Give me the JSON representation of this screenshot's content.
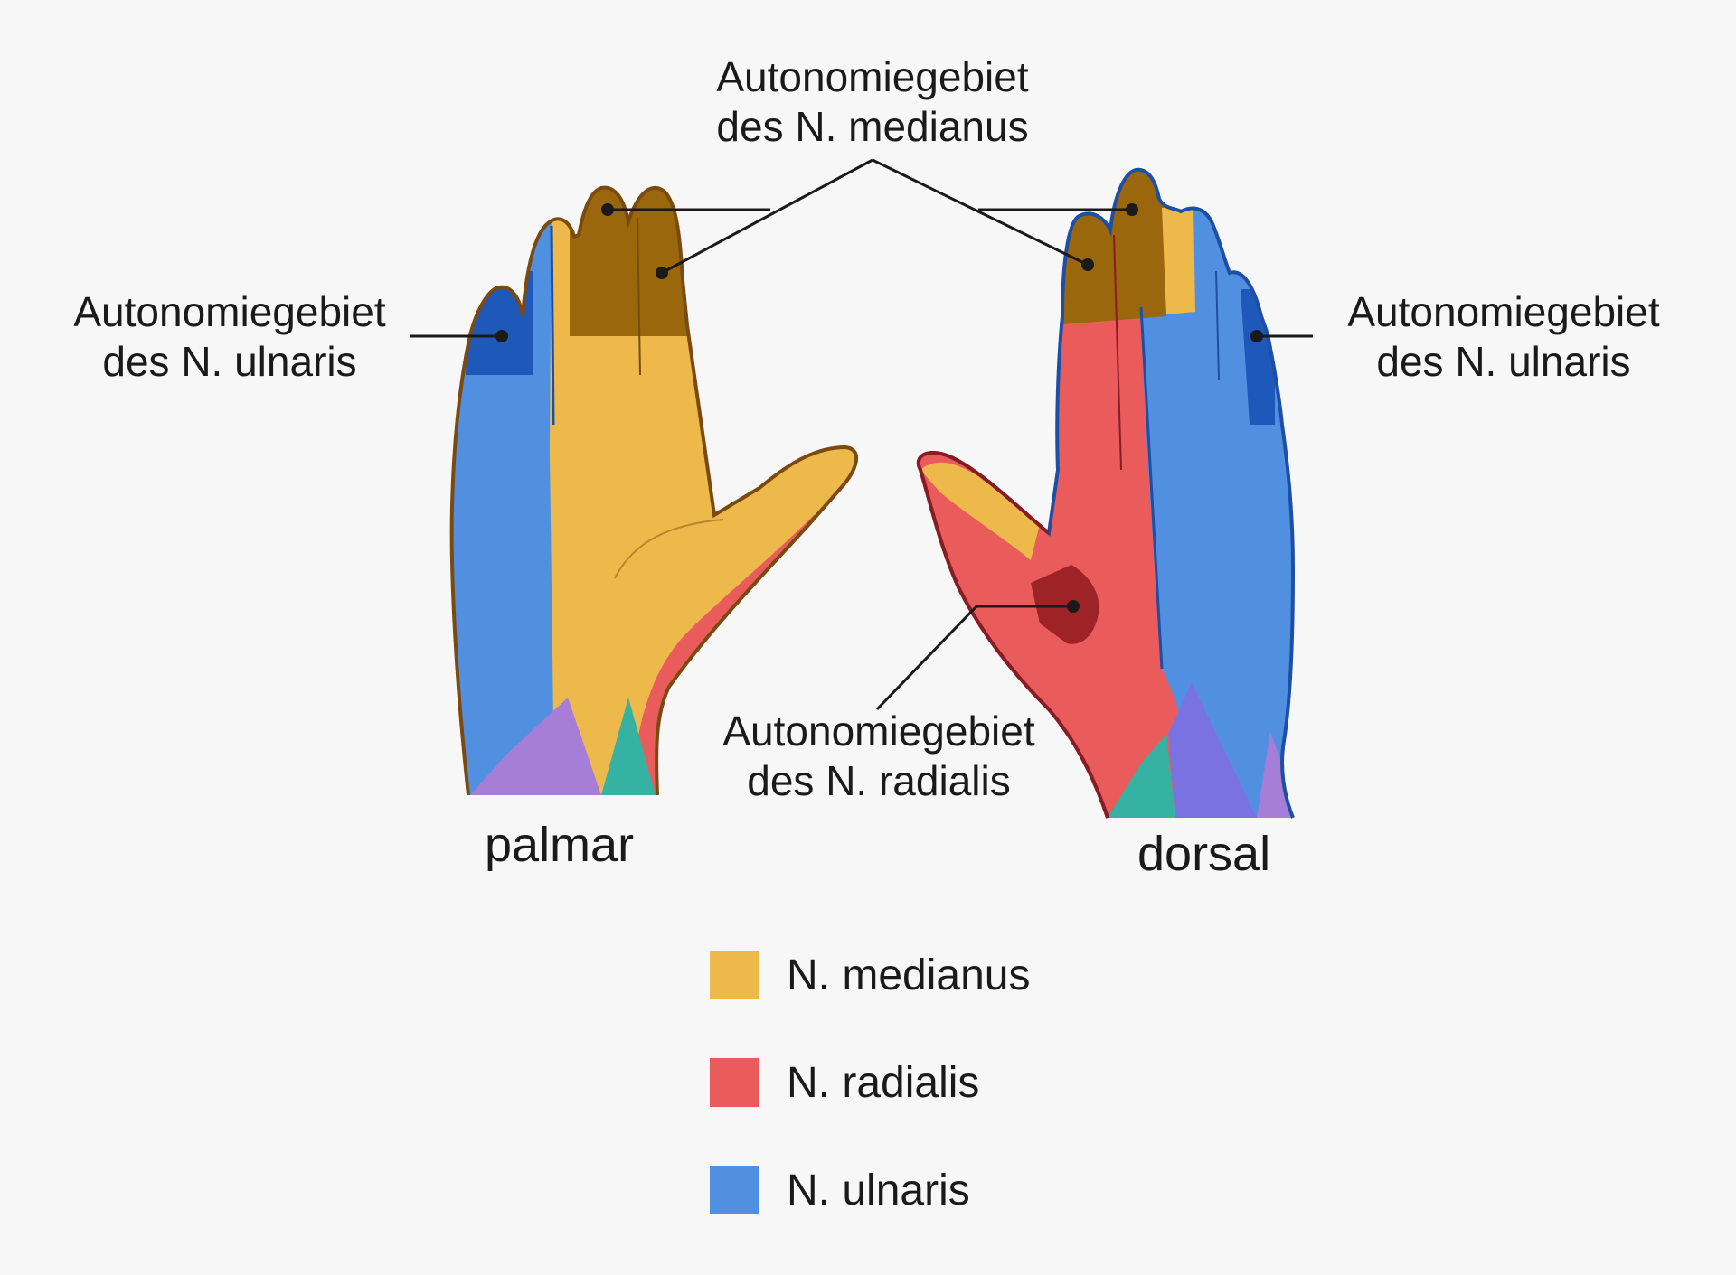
{
  "labels": {
    "medianus_top": {
      "line1": "Autonomiegebiet",
      "line2": "des N. medianus"
    },
    "ulnaris_left": {
      "line1": "Autonomiegebiet",
      "line2": "des N. ulnaris"
    },
    "ulnaris_right": {
      "line1": "Autonomiegebiet",
      "line2": "des N. ulnaris"
    },
    "radialis": {
      "line1": "Autonomiegebiet",
      "line2": "des N. radialis"
    }
  },
  "views": {
    "palmar": "palmar",
    "dorsal": "dorsal"
  },
  "legend": [
    {
      "label": "N. medianus",
      "color": "#ecb94a",
      "icon": "medianus-swatch"
    },
    {
      "label": "N. radialis",
      "color": "#ea5b5b",
      "icon": "radialis-swatch"
    },
    {
      "label": "N. ulnaris",
      "color": "#5190e1",
      "icon": "ulnaris-swatch"
    }
  ],
  "colors": {
    "medianus": "#ecb94a",
    "medianus_autonomous": "#9b670c",
    "radialis": "#ea5b5b",
    "radialis_autonomous": "#9e2327",
    "ulnaris": "#5190e1",
    "ulnaris_autonomous": "#1e58b8",
    "forearm_purple": "#a77ed7",
    "forearm_violet": "#7b72e1",
    "forearm_teal": "#36b2a2"
  }
}
